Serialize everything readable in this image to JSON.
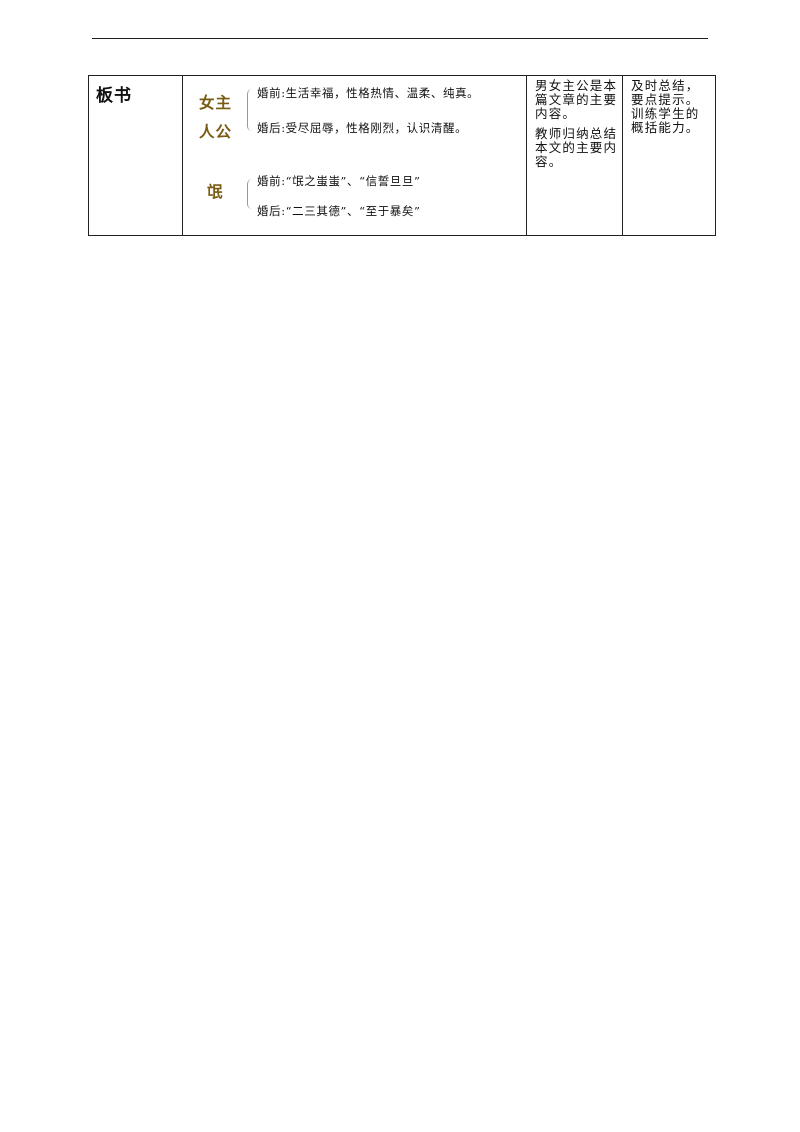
{
  "board": {
    "label": "板书",
    "female": {
      "name_line1": "女主",
      "name_line2": "人公",
      "before": "婚前:生活幸福，性格热情、温柔、纯真。",
      "after": "婚后:受尽屈辱，性格刚烈，认识清醒。"
    },
    "male": {
      "name": "氓",
      "before": "婚前:“氓之蚩蚩”、“信誓旦旦”",
      "after": "婚后:“二三其德”、“至于暴矣”"
    },
    "notes": [
      "男女主公是本篇文章的主要内容。",
      "教师归纳总结本文的主要内容。"
    ],
    "goal": "及时总结，要点提示。训练学生的概括能力。"
  }
}
